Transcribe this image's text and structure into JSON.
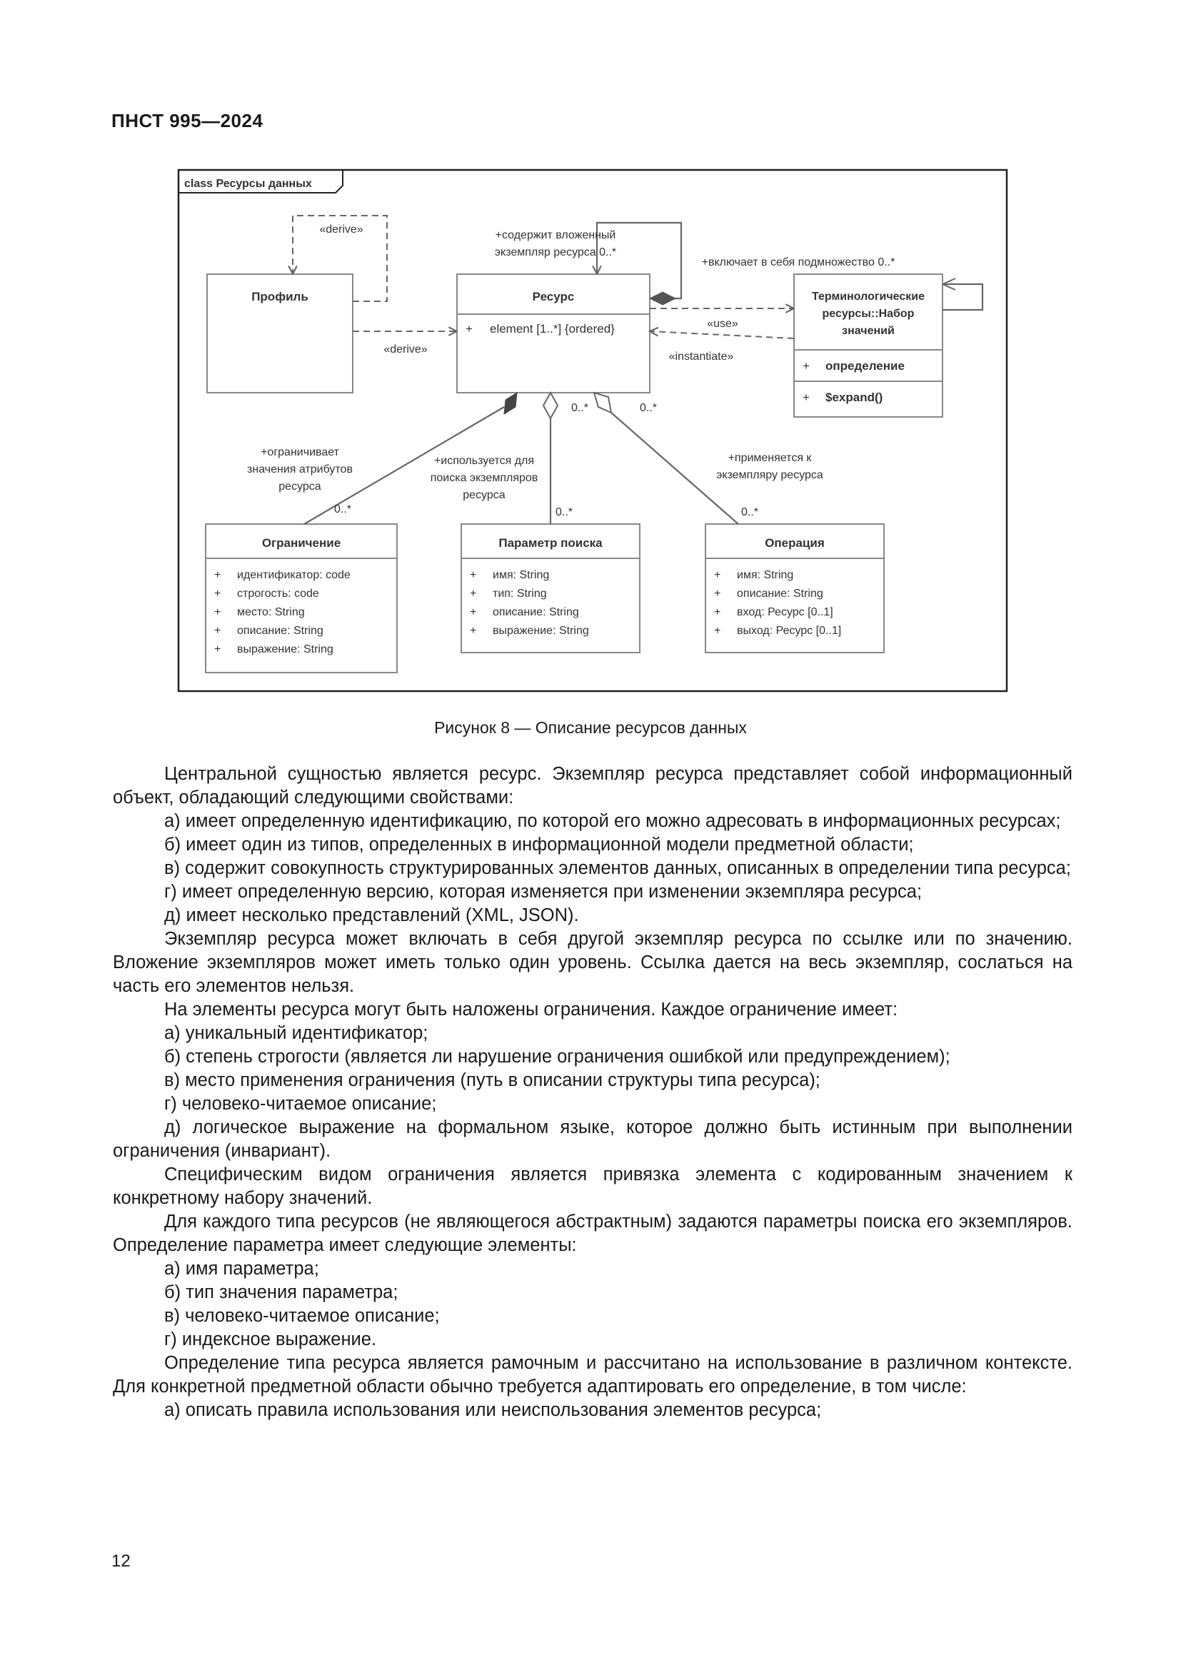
{
  "header": {
    "doc_id": "ПНСТ 995—2024"
  },
  "diagram": {
    "frame_title": "class Ресурсы данных",
    "classes": {
      "profile": {
        "name": "Профиль"
      },
      "resource": {
        "name": "Ресурс",
        "attr": "element [1..*] {ordered}"
      },
      "terminology": {
        "name_lines": [
          "Терминологические",
          "ресурсы::Набор",
          "значений"
        ],
        "attr": "определение",
        "op": "$expand()"
      },
      "constraint": {
        "name": "Ограничение",
        "attrs": [
          "идентификатор: code",
          "строгость: code",
          "место: String",
          "описание: String",
          "выражение: String"
        ]
      },
      "search_param": {
        "name": "Параметр поиска",
        "attrs": [
          "имя: String",
          "тип: String",
          "описание: String",
          "выражение: String"
        ]
      },
      "operation": {
        "name": "Операция",
        "attrs": [
          "имя: String",
          "описание: String",
          "вход: Ресурс [0..1]",
          "выход: Ресурс [0..1]"
        ]
      }
    },
    "labels": {
      "derive_top": "«derive»",
      "derive_bottom": "«derive»",
      "nested_lines": [
        "+содержит вложенный",
        "экземпляр ресурса 0..*"
      ],
      "includes_subset": "+включает в себя подмножество 0..*",
      "use": "«use»",
      "instantiate": "«instantiate»",
      "mult_a": "0..*",
      "mult_b": "0..*",
      "mult_c": "0..*",
      "mult_d": "0..*",
      "mult_e": "0..*",
      "restricts_lines": [
        "+ограничивает",
        "значения атрибутов",
        "ресурса"
      ],
      "used_for_lines": [
        "+используется для",
        "поиска экземпляров",
        "ресурса"
      ],
      "applied_lines": [
        "+применяется к",
        "экземпляру ресурса"
      ],
      "plus": "+"
    }
  },
  "caption": "Рисунок 8 — Описание ресурсов данных",
  "paragraphs": [
    "Центральной сущностью является ресурс. Экземпляр ресурса представляет собой информационный объект, обладающий следующими свойствами:",
    "а) имеет определенную идентификацию, по которой его можно адресовать в информационных ресурсах;",
    "б) имеет один из типов, определенных в информационной модели предметной области;",
    "в) содержит совокупность структурированных элементов данных, описанных в определении типа ресурса;",
    "г) имеет определенную версию, которая изменяется при изменении экземпляра ресурса;",
    "д) имеет несколько представлений (XML, JSON).",
    "Экземпляр ресурса может включать в себя другой экземпляр ресурса по ссылке или по значению. Вложение экземпляров может иметь только один уровень. Ссылка дается на весь экземпляр, сослаться на часть его элементов нельзя.",
    "На элементы ресурса могут быть наложены ограничения. Каждое ограничение имеет:",
    "а) уникальный идентификатор;",
    "б) степень строгости (является ли нарушение ограничения ошибкой или предупреждением);",
    "в) место применения ограничения (путь в описании структуры типа ресурса);",
    "г) человеко-читаемое описание;",
    "д) логическое выражение на формальном языке, которое должно быть истинным при выполнении ограничения (инвариант).",
    "Специфическим видом ограничения является привязка элемента с кодированным значением к конкретному набору значений.",
    "Для каждого типа ресурсов (не являющегося абстрактным) задаются параметры поиска его экземпляров. Определение параметра имеет следующие элементы:",
    "а) имя параметра;",
    "б) тип значения параметра;",
    "в) человеко-читаемое описание;",
    "г) индексное выражение.",
    "Определение типа ресурса является рамочным и рассчитано на использование в различном контексте. Для конкретной предметной области обычно требуется адаптировать его определение, в том числе:",
    "а) описать правила использования или неиспользования элементов ресурса;"
  ],
  "page_number": "12"
}
